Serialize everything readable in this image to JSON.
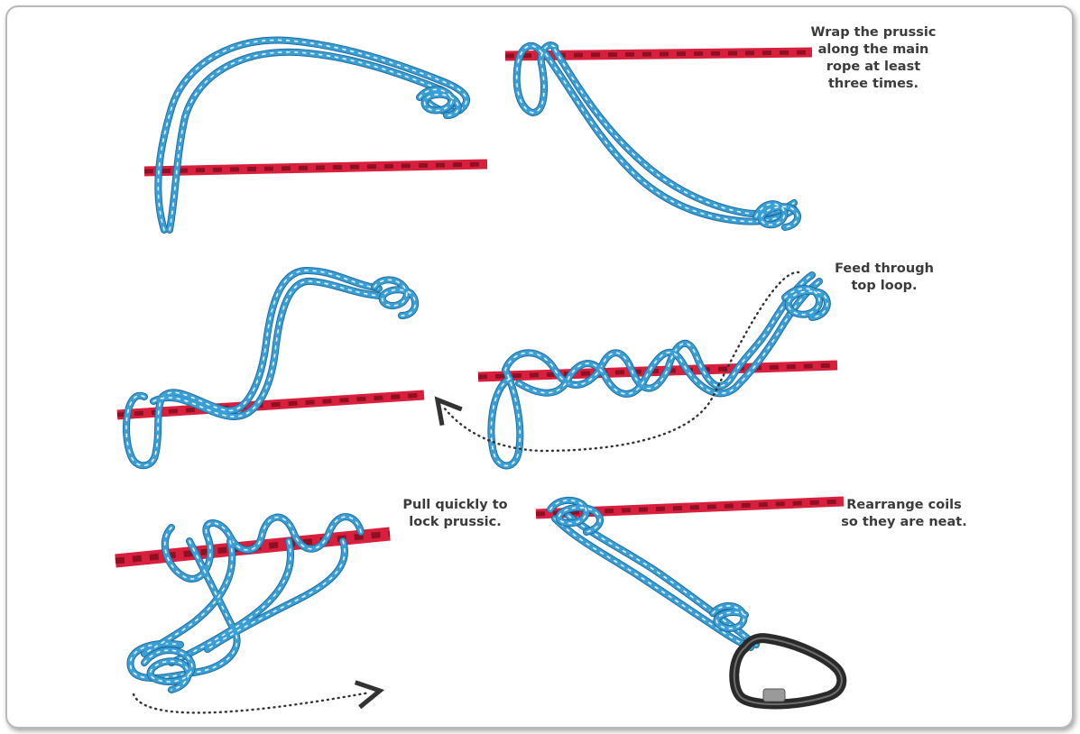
{
  "captions": {
    "step2": "Wrap the prussic\nalong the main\nrope at least\nthree times.",
    "step4": "Feed through\ntop loop.",
    "step5": "Pull quickly to\nlock prussic.",
    "step6": "Rearrange coils\nso they are neat."
  },
  "colors": {
    "main_rope": "#d8203e",
    "main_rope_dark": "#8e1023",
    "prussik": "#3a9fd6",
    "prussik_dark": "#1f6d9e",
    "prussik_fleck": "#e8f4fb",
    "card_border": "#b9b9b9",
    "arrow": "#333333",
    "carabiner_body": "#2a2a2a",
    "carabiner_gate": "#9a9a9a"
  },
  "icons": {
    "step_arrows": "dotted-arrow",
    "hardware": "carabiner-icon"
  }
}
